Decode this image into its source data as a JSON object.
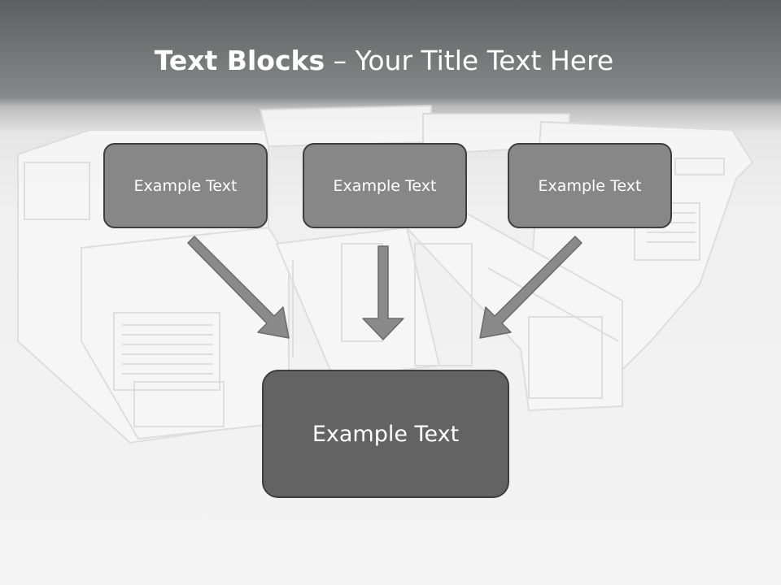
{
  "title": {
    "bold": "Text Blocks",
    "dash": " – ",
    "rest": "Your Title Text Here"
  },
  "blocks": {
    "left": "Example Text",
    "middle": "Example Text",
    "right": "Example Text",
    "center": "Example Text"
  },
  "colors": {
    "header_dark": "#5e5f61",
    "small_box_fill": "#878787",
    "large_box_fill": "#636363",
    "box_border": "#3e3e3e",
    "arrow_fill": "#8a8a8a",
    "arrow_stroke": "#6a6a6a"
  }
}
